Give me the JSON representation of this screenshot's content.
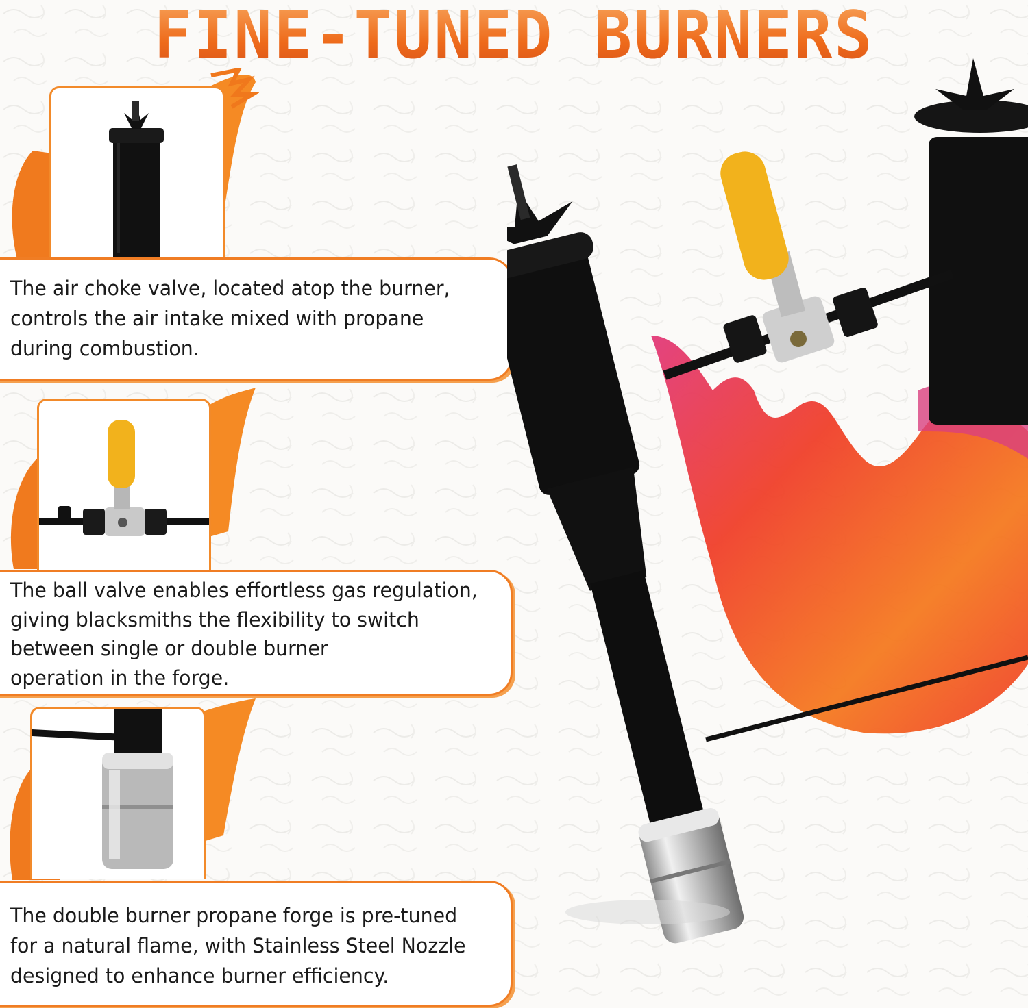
{
  "title": "FINE-TUNED BURNERS",
  "features": [
    {
      "text": "The air choke valve, located atop the burner,\ncontrols the air intake mixed with propane\nduring combustion.",
      "thumb_icon": "air-choke-valve-photo"
    },
    {
      "text": "The ball valve enables effortless gas regulation,\ngiving blacksmiths the flexibility to switch\nbetween single or double burner\noperation in the forge.",
      "thumb_icon": "ball-valve-photo"
    },
    {
      "text": "The double burner propane forge is pre-tuned\nfor a natural flame, with Stainless Steel Nozzle\ndesigned to enhance burner efficiency.",
      "thumb_icon": "stainless-nozzle-photo"
    }
  ],
  "colors": {
    "accent": "#f07d24",
    "title_gradient_top": "#f7a35a",
    "title_gradient_bottom": "#d9541a",
    "flame_red": "#f0402a",
    "flame_pink": "#e23a7a",
    "valve_yellow": "#f2b21c"
  }
}
